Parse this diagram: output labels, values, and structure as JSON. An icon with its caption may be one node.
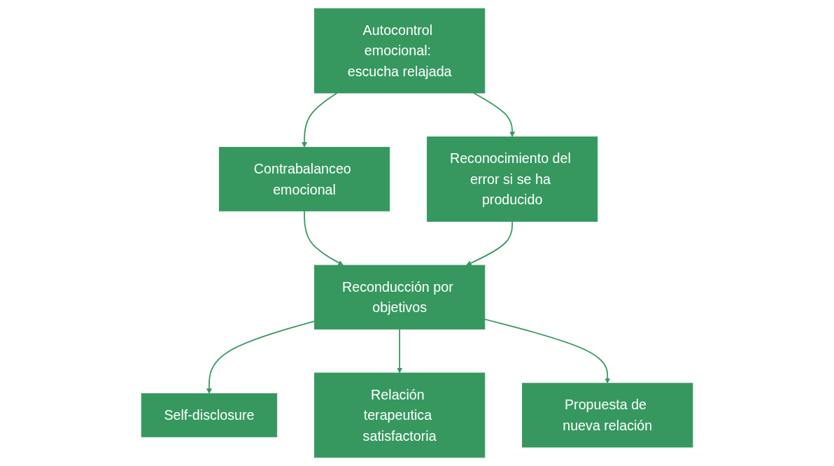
{
  "diagram": {
    "nodes": [
      {
        "text": [
          "Autocontrol emocional: escucha relajada"
        ]
      },
      {
        "text": [
          "Contrabalanceo emocional"
        ]
      },
      {
        "text": [
          "Reconocimiento del error si se ha producido"
        ]
      },
      {
        "text": [
          "Reconducción por objetivos"
        ]
      },
      {
        "text": [
          "Self-disclosure"
        ]
      },
      {
        "text": [
          "Relación terapeutica satisfactoria"
        ]
      },
      {
        "text": [
          "Propuesta de nueva relación"
        ]
      }
    ],
    "edges": [
      {
        "from": 0,
        "to": 1,
        "arrow": "to"
      },
      {
        "from": 0,
        "to": 2,
        "arrow": "to"
      },
      {
        "from": 1,
        "to": 3,
        "arrow": "to"
      },
      {
        "from": 2,
        "to": 3,
        "arrow": "to"
      },
      {
        "from": 3,
        "to": 4,
        "arrow": "to"
      },
      {
        "from": 3,
        "to": 5,
        "arrow": "to"
      },
      {
        "from": 3,
        "to": 6,
        "arrow": "to"
      }
    ]
  }
}
